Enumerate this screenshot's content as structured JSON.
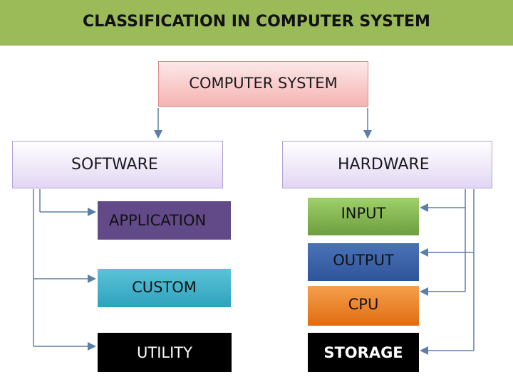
{
  "title": "CLASSIFICATION IN COMPUTER SYSTEM",
  "root": "COMPUTER SYSTEM",
  "software": {
    "label": "SOFTWARE",
    "children": [
      "APPLICATION",
      "CUSTOM",
      "UTILITY"
    ]
  },
  "hardware": {
    "label": "HARDWARE",
    "children": [
      "INPUT",
      "OUTPUT",
      "CPU",
      "STORAGE"
    ]
  },
  "colors": {
    "title_bar": "#9bbb59",
    "root_box": "#f5b3b3",
    "category_box": "#e2d6f3",
    "application": "#614a87",
    "custom": "#2ea2bc",
    "input": "#6e9e3e",
    "output": "#2e549a",
    "cpu": "#e06c10",
    "utility_storage": "#000000",
    "connector": "#5b7fa8"
  }
}
